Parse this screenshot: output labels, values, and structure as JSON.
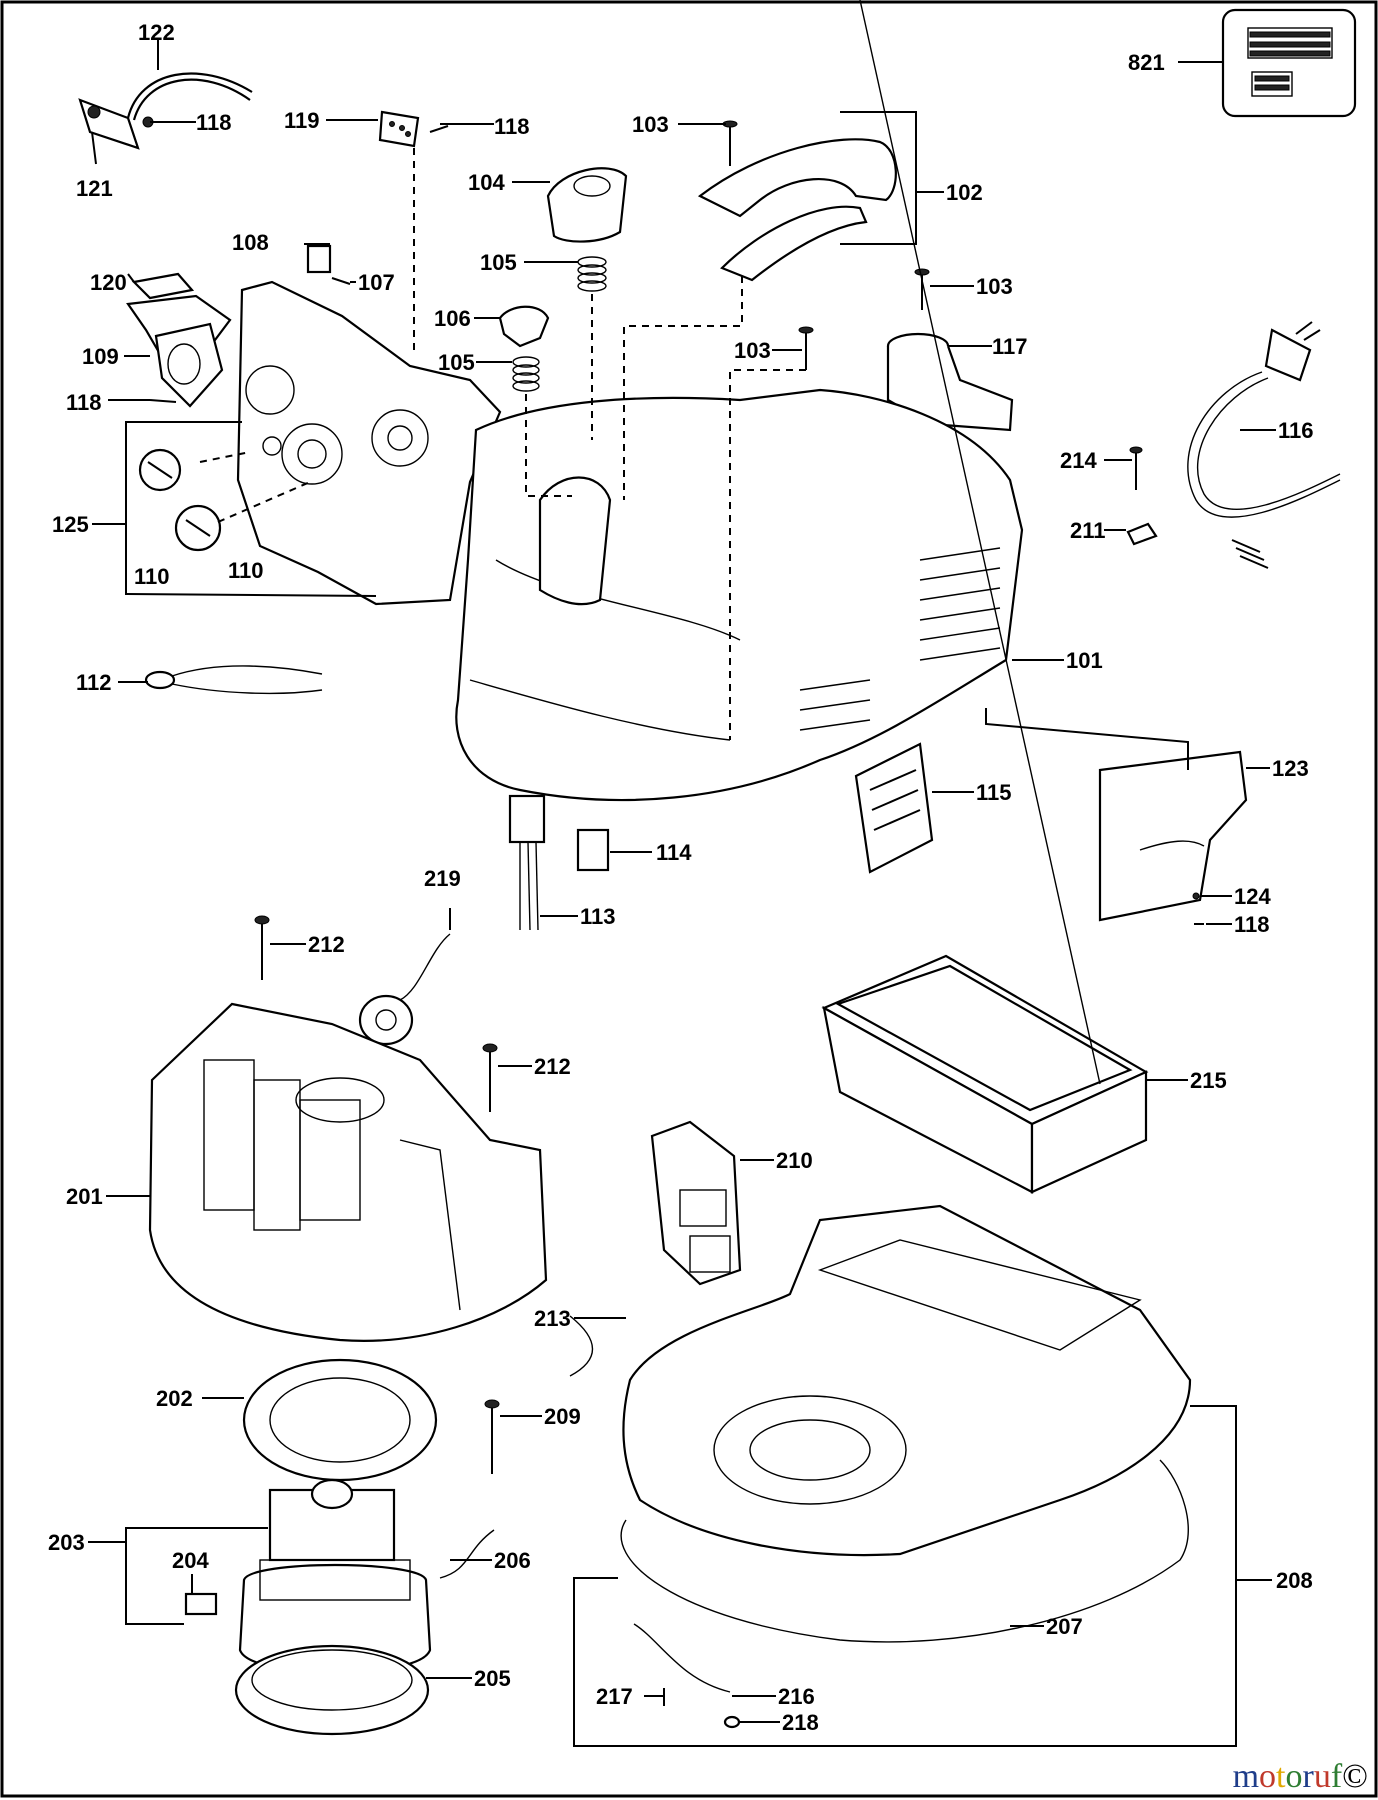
{
  "diagram": {
    "labels": [
      "821",
      "122",
      "118",
      "121",
      "119",
      "118",
      "103",
      "102",
      "104",
      "105",
      "108",
      "107",
      "120",
      "109",
      "118",
      "106",
      "105",
      "103",
      "117",
      "103",
      "125",
      "110",
      "110",
      "116",
      "214",
      "211",
      "112",
      "101",
      "123",
      "115",
      "114",
      "113",
      "124",
      "118",
      "219",
      "212",
      "212",
      "215",
      "210",
      "201",
      "213",
      "202",
      "209",
      "208",
      "203",
      "204",
      "206",
      "207",
      "217",
      "216",
      "218",
      "205"
    ]
  },
  "watermark": {
    "parts": [
      "m",
      "o",
      "t",
      "o",
      "r",
      "u",
      "f"
    ],
    "colors": [
      "#1f3d8a",
      "#c0392b",
      "#e0a800",
      "#2e7d32",
      "#1f3d8a",
      "#c0392b",
      "#2e7d32"
    ],
    "suffix": "©"
  }
}
